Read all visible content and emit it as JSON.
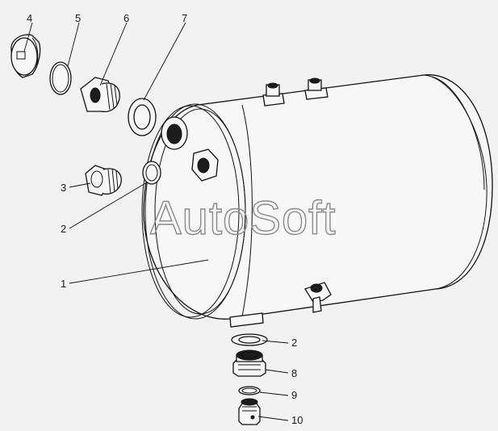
{
  "watermark": "AutoSoft",
  "callouts": [
    {
      "id": "1",
      "text": "1"
    },
    {
      "id": "2a",
      "text": "2"
    },
    {
      "id": "2b",
      "text": "2"
    },
    {
      "id": "3",
      "text": "3"
    },
    {
      "id": "4",
      "text": "4"
    },
    {
      "id": "5",
      "text": "5"
    },
    {
      "id": "6",
      "text": "6"
    },
    {
      "id": "7",
      "text": "7"
    },
    {
      "id": "8",
      "text": "8"
    },
    {
      "id": "9",
      "text": "9"
    },
    {
      "id": "10",
      "text": "10"
    }
  ]
}
